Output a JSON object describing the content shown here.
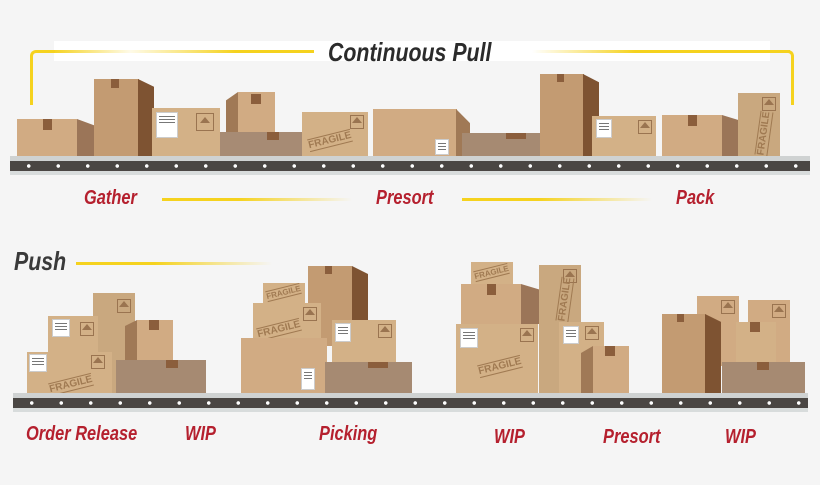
{
  "pull": {
    "title": "Continuous Pull",
    "stages": [
      {
        "label": "Gather"
      },
      {
        "label": "Presort"
      },
      {
        "label": "Pack"
      }
    ]
  },
  "push": {
    "title": "Push",
    "stages": [
      {
        "label": "Order Release"
      },
      {
        "label": "WIP"
      },
      {
        "label": "Picking"
      },
      {
        "label": "WIP"
      },
      {
        "label": "Presort"
      },
      {
        "label": "WIP"
      }
    ]
  },
  "box_markings": {
    "fragile": "FRAGILE"
  },
  "colors": {
    "accent_yellow": "#f5d21e",
    "stage_red": "#b5202e",
    "title_dark": "#2b2b2b",
    "belt_dark": "#4a4643",
    "background": "#f5f5f5"
  }
}
